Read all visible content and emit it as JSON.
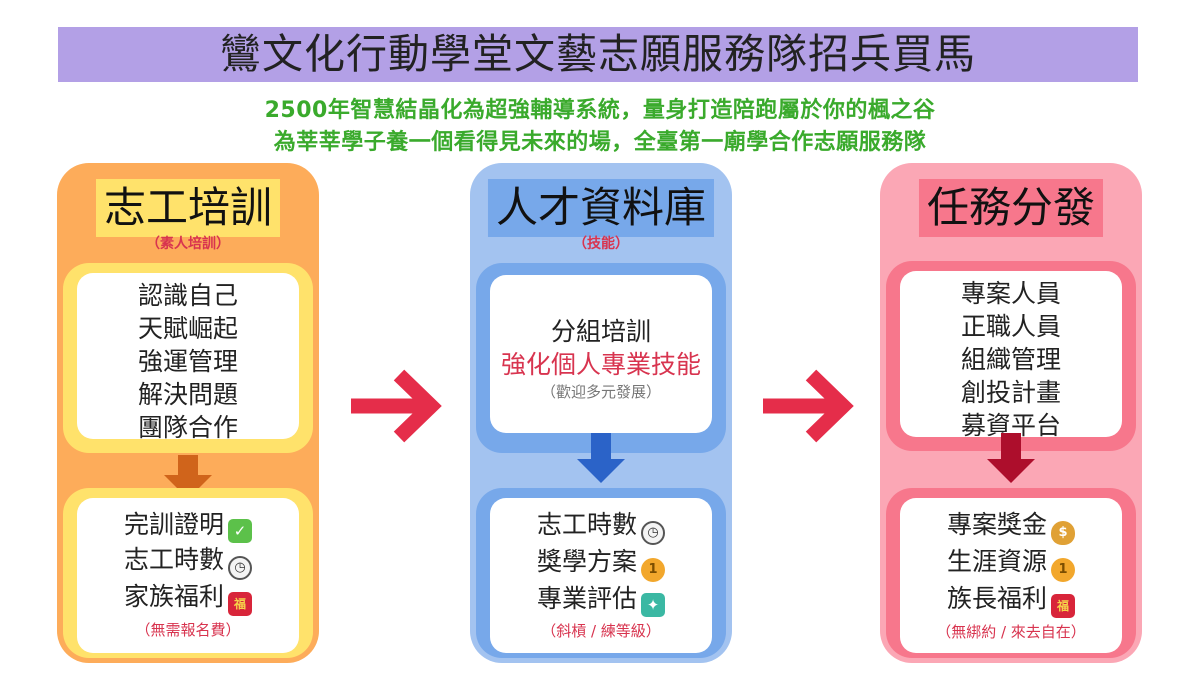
{
  "title": "鸞文化行動學堂文藝志願服務隊招兵買馬",
  "subtitle_lines": [
    "2500年智慧結晶化為超強輔導系統，量身打造陪跑屬於你的楓之谷",
    "為莘莘學子養一個看得見未來的場，全臺第一廟學合作志願服務隊"
  ],
  "columns": [
    {
      "heading": "志工培訓",
      "tag": "（素人培訓）",
      "top_items": [
        "認識自己",
        "天賦崛起",
        "強運管理",
        "解決問題",
        "團隊合作"
      ],
      "bottom_items": [
        {
          "text": "完訓證明",
          "icon": "check-mark-icon"
        },
        {
          "text": "志工時數",
          "icon": "clock-icon"
        },
        {
          "text": "家族福利",
          "icon": "red-envelope-icon"
        }
      ],
      "bottom_note": "（無需報名費）",
      "colors": {
        "outer": "#fdac5a",
        "ring": "#ffe26b",
        "heading_bg": "#ffe26b",
        "arrow": "#d0641b"
      }
    },
    {
      "heading": "人才資料庫",
      "tag": "（技能）",
      "top_items": [
        "分組培訓",
        "強化個人專業技能"
      ],
      "top_note": "（歡迎多元發展）",
      "bottom_items": [
        {
          "text": "志工時數",
          "icon": "clock-icon"
        },
        {
          "text": "獎學方案",
          "icon": "medal-icon"
        },
        {
          "text": "專業評估",
          "icon": "sparkle-icon"
        }
      ],
      "bottom_note": "（斜槓 / 練等級）",
      "colors": {
        "outer": "#a3c3f0",
        "ring": "#77a8ea",
        "heading_bg": "#77a8ea",
        "arrow": "#2b63c8"
      }
    },
    {
      "heading": "任務分發",
      "tag": "",
      "top_items": [
        "專案人員",
        "正職人員",
        "組織管理",
        "創投計畫",
        "募資平台"
      ],
      "bottom_items": [
        {
          "text": "專案獎金",
          "icon": "money-bag-icon"
        },
        {
          "text": "生涯資源",
          "icon": "medal-icon"
        },
        {
          "text": "族長福利",
          "icon": "red-envelope-icon"
        }
      ],
      "bottom_note": "（無綁約 / 來去自在）",
      "colors": {
        "outer": "#fba7b5",
        "ring": "#f7778c",
        "heading_bg": "#f7778c",
        "arrow": "#ad0e2c"
      }
    }
  ],
  "flow_arrow_color": "#e52d4a",
  "emoji_glyphs": {
    "check-mark-icon": "✓",
    "clock-icon": "◷",
    "red-envelope-icon": "福",
    "medal-icon": "1",
    "sparkle-icon": "✦",
    "money-bag-icon": "$"
  }
}
